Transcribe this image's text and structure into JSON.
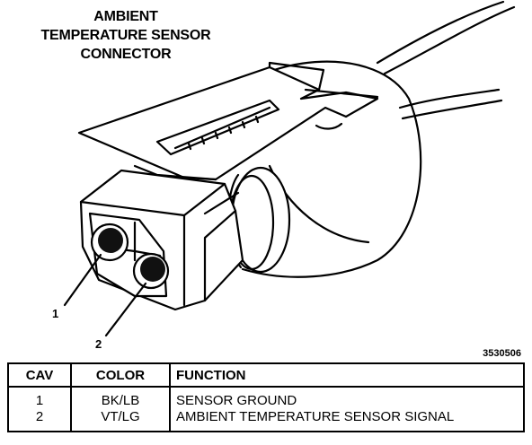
{
  "title_lines": [
    "AMBIENT",
    "TEMPERATURE SENSOR",
    "CONNECTOR"
  ],
  "callouts": {
    "one": "1",
    "two": "2"
  },
  "figure_id": "3530506",
  "table": {
    "headers": {
      "cav": "CAV",
      "color": "COLOR",
      "function": "FUNCTION"
    },
    "rows": [
      {
        "cav": "1",
        "color": "BK/LB",
        "function": "SENSOR GROUND"
      },
      {
        "cav": "2",
        "color": "VT/LG",
        "function": "AMBIENT TEMPERATURE SENSOR SIGNAL"
      }
    ]
  }
}
